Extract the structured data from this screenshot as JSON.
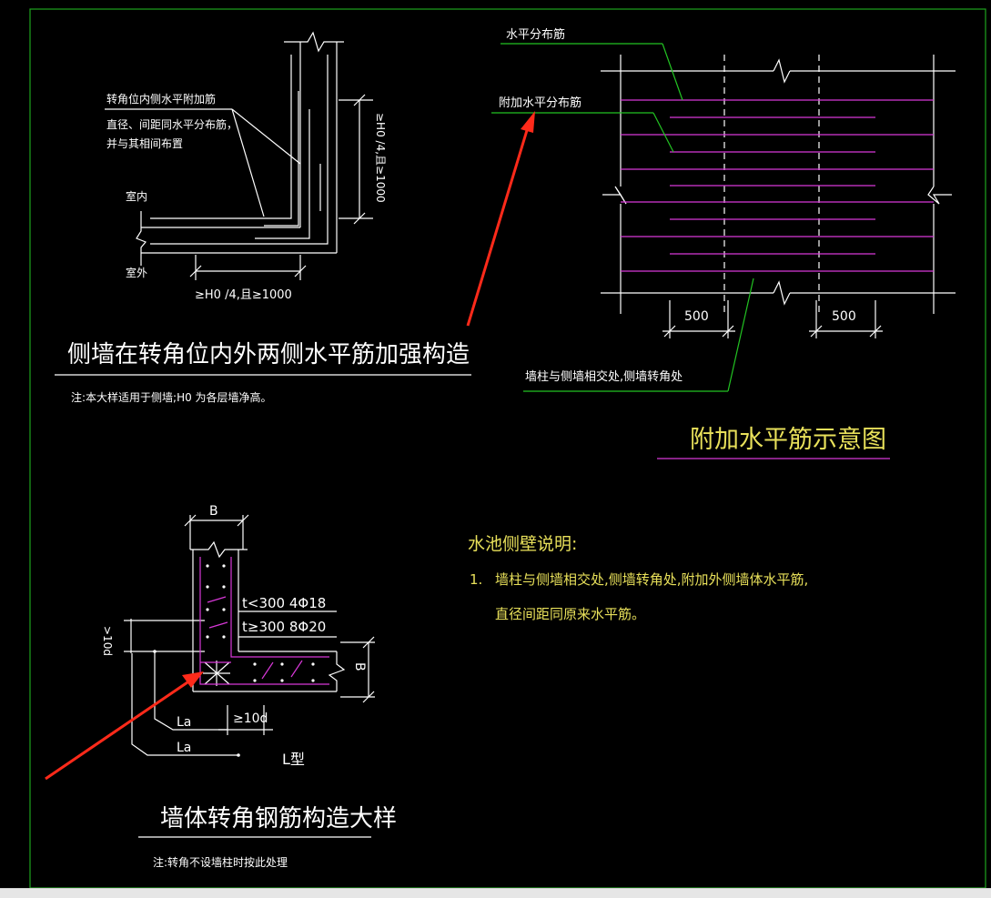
{
  "colors": {
    "background": "#000000",
    "line": "#ffffff",
    "magenta": "#d838d8",
    "green": "#22c322",
    "yellow": "#e8e05a",
    "arrow": "#ff2a1a",
    "frame": "#1fa41f"
  },
  "diagram_tl": {
    "label_lines": [
      "转角位内侧水平附加筋",
      "直径、间距同水平分布筋，",
      "并与其相间布置"
    ],
    "indoor": "室内",
    "outdoor": "室外",
    "dim_vertical": "≥H0 /4,且≥1000",
    "dim_horizontal": "≥H0 /4,且≥1000",
    "title": "侧墙在转角位内外两侧水平筋加强构造",
    "note": "注:本大样适用于侧墙;H0 为各层墙净高。"
  },
  "diagram_tr": {
    "label_1": "水平分布筋",
    "label_2": "附加水平分布筋",
    "dim_left": "500",
    "dim_right": "500",
    "label_bottom": "墙柱与侧墙相交处,侧墙转角处",
    "title": "附加水平筋示意图"
  },
  "diagram_bl": {
    "dim_b_top": "B",
    "dim_b_side": "B",
    "spec_1": "t<300 4Φ18",
    "spec_2": "t≥300 8Φ20",
    "dim_10d_left": ">10d",
    "dim_10d_bottom": "≥10d",
    "la_1": "La",
    "la_2": "La",
    "type_label": "L型",
    "title": "墙体转角钢筋构造大样",
    "note": "注:转角不设墙柱时按此处理"
  },
  "notes": {
    "heading": "水池侧壁说明:",
    "item_no": "1.",
    "item_line_1": "墙柱与侧墙相交处,侧墙转角处,附加外侧墙体水平筋,",
    "item_line_2": "直径间距同原来水平筋。"
  }
}
